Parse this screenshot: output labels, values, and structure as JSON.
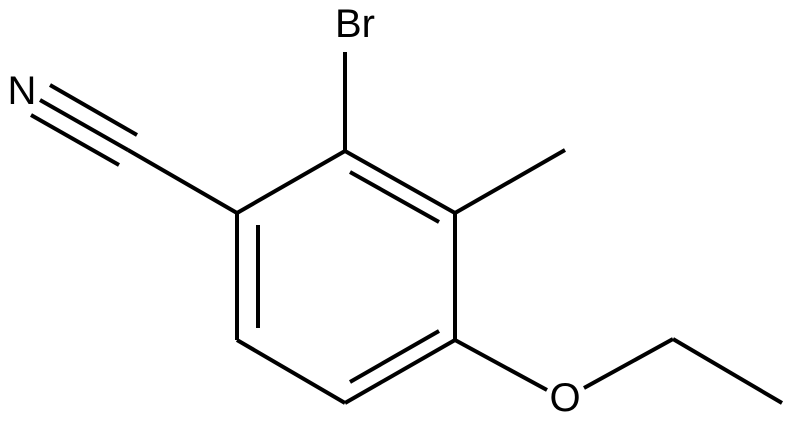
{
  "molecule": {
    "atoms": {
      "bromine": "Br",
      "nitrogen": "N",
      "oxygen": "O"
    },
    "colors": {
      "bond": "#000000",
      "label": "#000000",
      "background": "#ffffff"
    }
  }
}
